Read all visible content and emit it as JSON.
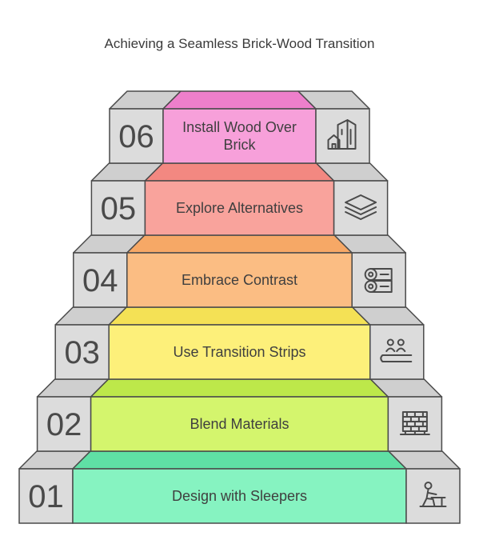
{
  "title": "Achieving a Seamless Brick-Wood Transition",
  "steps": [
    {
      "number": "01",
      "label_lines": [
        "Design with Sleepers"
      ],
      "color": "#86f3c1",
      "top_color": "#5fe0a5",
      "icon": "person-at-table-icon"
    },
    {
      "number": "02",
      "label_lines": [
        "Blend Materials"
      ],
      "color": "#d4f56d",
      "top_color": "#bde84a",
      "icon": "brick-wall-icon"
    },
    {
      "number": "03",
      "label_lines": [
        "Use Transition Strips"
      ],
      "color": "#fdf07a",
      "top_color": "#f4e155",
      "icon": "people-on-strip-icon"
    },
    {
      "number": "04",
      "label_lines": [
        "Embrace Contrast"
      ],
      "color": "#fbbd83",
      "top_color": "#f6a866",
      "icon": "wood-logs-icon"
    },
    {
      "number": "05",
      "label_lines": [
        "Explore Alternatives"
      ],
      "color": "#f9a39c",
      "top_color": "#f38881",
      "icon": "layers-icon"
    },
    {
      "number": "06",
      "label_lines": [
        "Install Wood Over",
        "Brick"
      ],
      "color": "#f7a0da",
      "top_color": "#ee7fcb",
      "icon": "buildings-icon"
    }
  ],
  "colors": {
    "gray_face": "#dcdcdc",
    "gray_top": "#cfcfcf",
    "stroke": "#4a4a4a"
  }
}
